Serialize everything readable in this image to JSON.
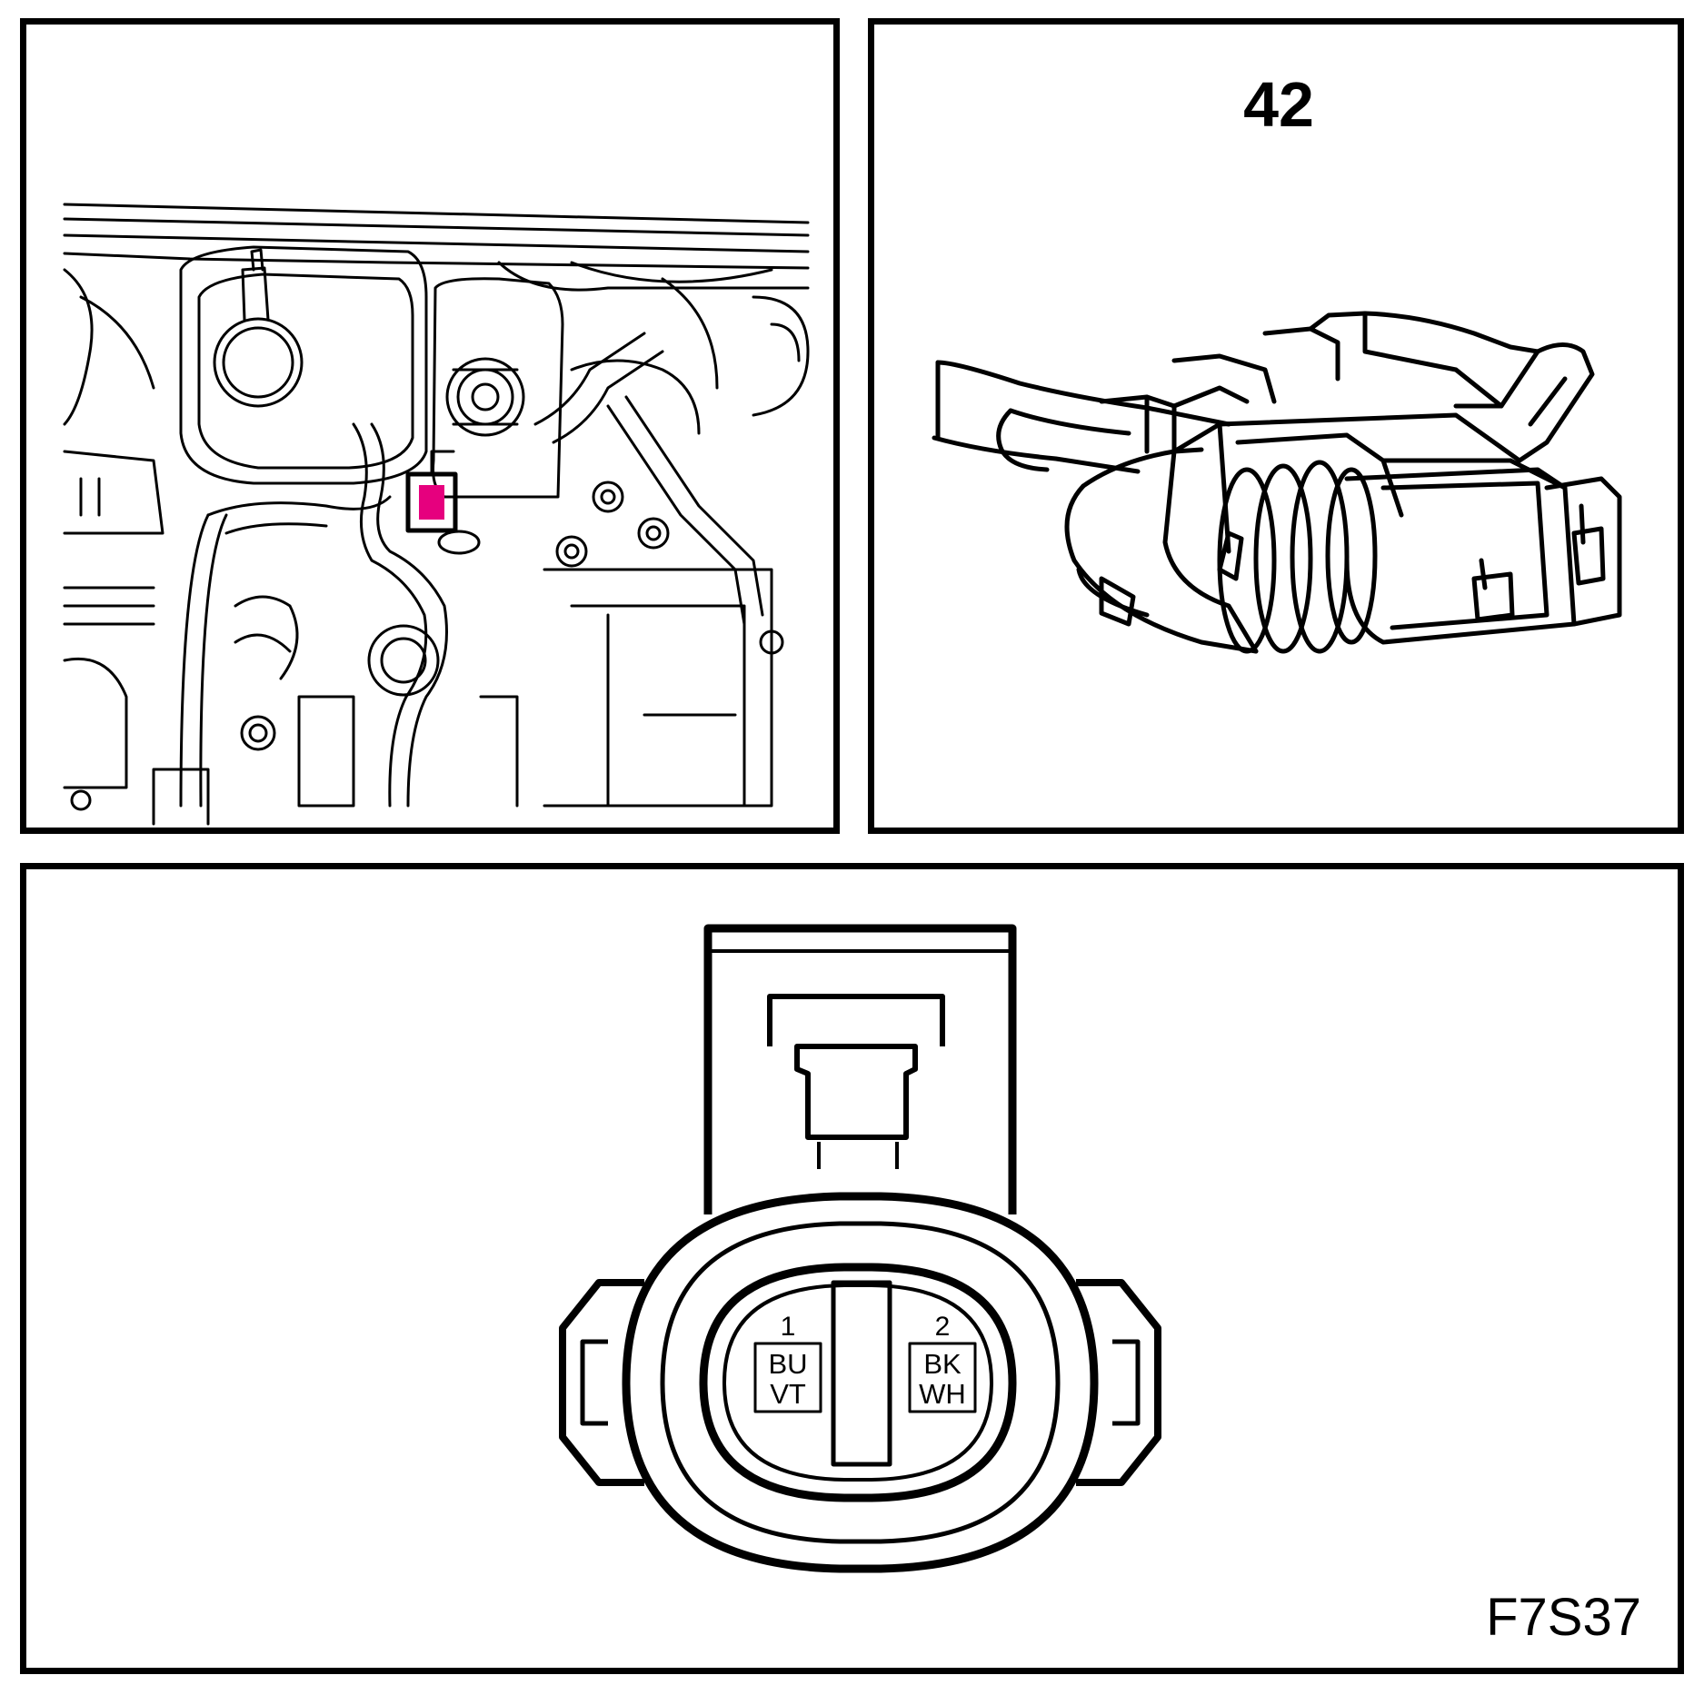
{
  "connector": {
    "number": "42",
    "highlight_color": "#e6007e",
    "pins": [
      {
        "number": "1",
        "wire_colors": [
          "BU",
          "VT"
        ]
      },
      {
        "number": "2",
        "wire_colors": [
          "BK",
          "WH"
        ]
      }
    ]
  },
  "figure_code": "F7S37"
}
